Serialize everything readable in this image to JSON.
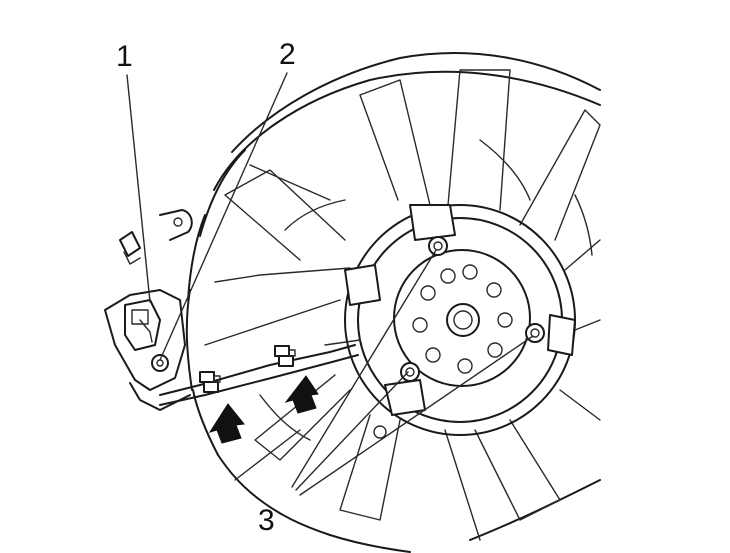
{
  "callouts": [
    {
      "id": "1",
      "label": "1"
    },
    {
      "id": "2",
      "label": "2"
    },
    {
      "id": "3",
      "label": "3"
    }
  ],
  "colors": {
    "line": "#1a1a1a",
    "background": "#ffffff",
    "arrow": "#111111"
  }
}
